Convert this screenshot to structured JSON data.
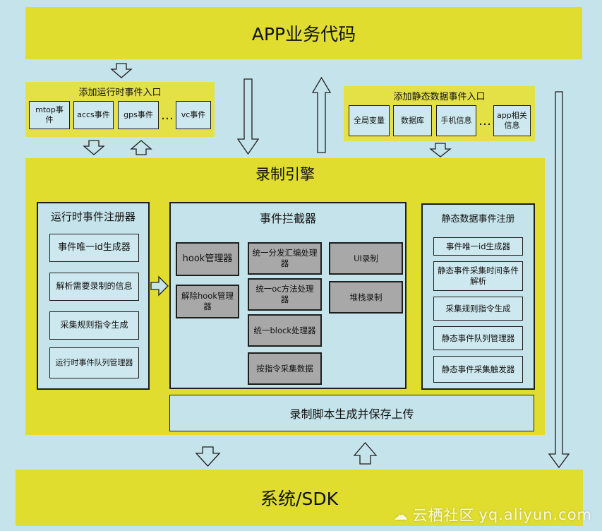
{
  "app_layer": "APP业务代码",
  "runtime_entry": {
    "title": "添加运行时事件入口",
    "items": [
      "mtop事件",
      "accs事件",
      "gps事件",
      "vc事件"
    ],
    "ellipsis": "…"
  },
  "static_entry": {
    "title": "添加静态数据事件入口",
    "items": [
      "全局变量",
      "数据库",
      "手机信息",
      "app相关信息"
    ],
    "ellipsis": "…"
  },
  "engine": {
    "title": "录制引擎",
    "runtime_registrar": {
      "title": "运行时事件注册器",
      "items": [
        "事件唯一id生成器",
        "解析需要录制的信息",
        "采集规则指令生成",
        "运行时事件队列管理器"
      ]
    },
    "interceptor": {
      "title": "事件拦截器",
      "left": [
        "hook管理器",
        "解除hook管理器"
      ],
      "middle": [
        "统一分发汇编处理器",
        "统一oc方法处理器",
        "统一block处理器",
        "按指令采集数据"
      ],
      "right": [
        "UI录制",
        "堆栈录制"
      ]
    },
    "static_registrar": {
      "title": "静态数据事件注册",
      "items": [
        "事件唯一id生成器",
        "静态事件采集时间条件解析",
        "采集规则指令生成",
        "静态事件队列管理器",
        "静态事件采集触发器"
      ]
    },
    "script_upload": "录制脚本生成并保存上传"
  },
  "system_layer": "系统/SDK",
  "watermark": {
    "brand": "云栖社区",
    "url": "yq.aliyun.com"
  },
  "colors": {
    "background": "#c5e3ea",
    "yellow": "#e0dd2f",
    "cell": "#cde8ee",
    "dark_cell": "#a8a8a8"
  }
}
